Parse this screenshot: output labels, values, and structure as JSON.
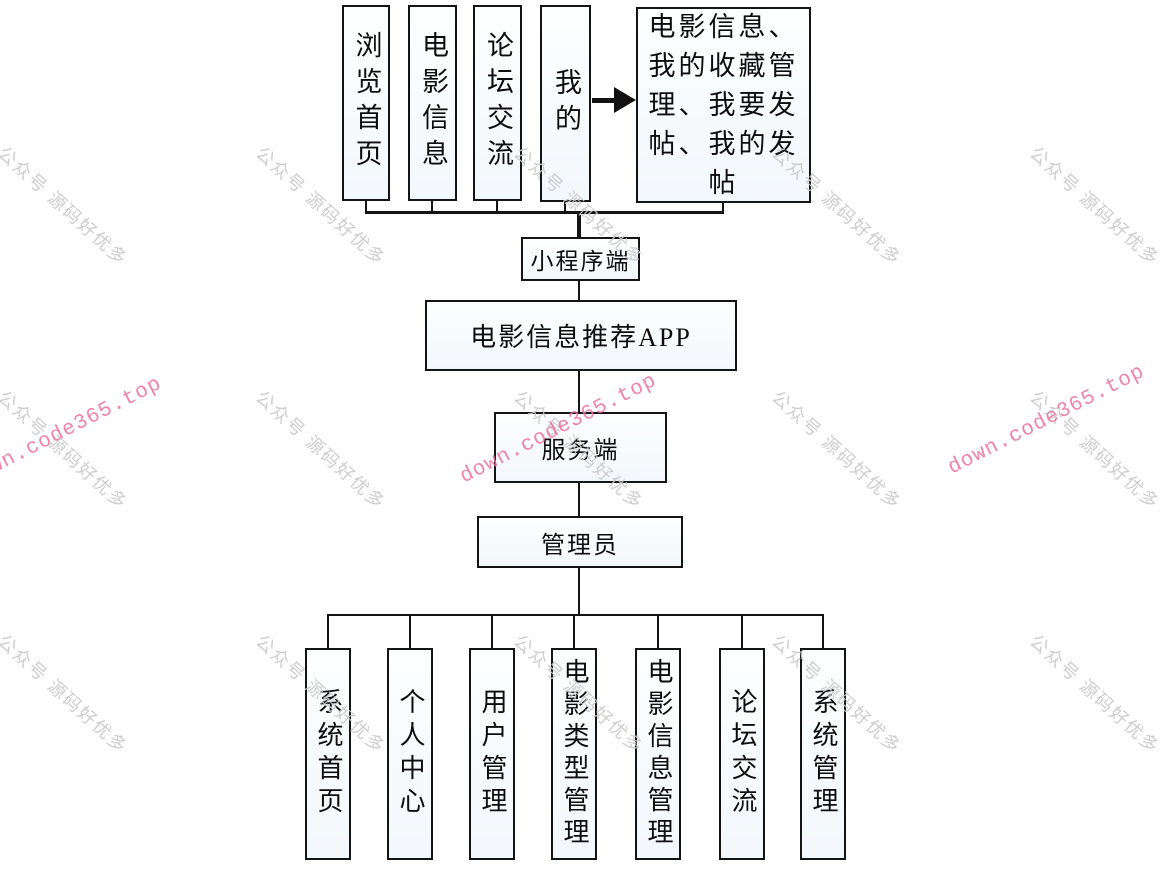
{
  "diagram": {
    "user_modules": [
      "浏览首页",
      "电影信息",
      "论坛交流",
      "我的"
    ],
    "my_detail": "电影信息、\n我的收藏管\n理、我要发\n帖、我的发\n帖",
    "mini_program_label": "小程序端",
    "app_label": "电影信息推荐APP",
    "server_label": "服务端",
    "admin_label": "管理员",
    "admin_modules": [
      "系统首页",
      "个人中心",
      "用户管理",
      "电影类型管理",
      "电影信息管理",
      "论坛交流",
      "系统管理"
    ]
  },
  "watermarks": {
    "gray_text": "公众号 源码好优多",
    "pink_text": "down.code365.top",
    "gray_color": "#c9c9c9",
    "pink_color": "#ee6f9b"
  }
}
